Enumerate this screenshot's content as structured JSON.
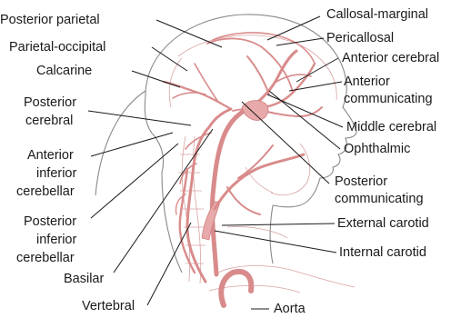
{
  "figure": {
    "labels_left": [
      {
        "id": "posterior-parietal",
        "lines": [
          "Posterior parietal"
        ]
      },
      {
        "id": "parietal-occipital",
        "lines": [
          "Parietal-occipital"
        ]
      },
      {
        "id": "calcarine",
        "lines": [
          "Calcarine"
        ]
      },
      {
        "id": "posterior-cerebral",
        "lines": [
          "Posterior",
          "cerebral"
        ]
      },
      {
        "id": "anterior-inferior-cerebellar",
        "lines": [
          "Anterior",
          "inferior",
          "cerebellar"
        ]
      },
      {
        "id": "posterior-inferior-cerebellar",
        "lines": [
          "Posterior",
          "inferior",
          "cerebellar"
        ]
      },
      {
        "id": "basilar",
        "lines": [
          "Basilar"
        ]
      },
      {
        "id": "vertebral",
        "lines": [
          "Vertebral"
        ]
      }
    ],
    "labels_right": [
      {
        "id": "callosal-marginal",
        "lines": [
          "Callosal-marginal"
        ]
      },
      {
        "id": "pericallosal",
        "lines": [
          "Pericallosal"
        ]
      },
      {
        "id": "anterior-cerebral",
        "lines": [
          "Anterior cerebral"
        ]
      },
      {
        "id": "anterior-communicating",
        "lines": [
          "Anterior",
          "communicating"
        ]
      },
      {
        "id": "middle-cerebral",
        "lines": [
          "Middle cerebral"
        ]
      },
      {
        "id": "ophthalmic",
        "lines": [
          "Ophthalmic"
        ]
      },
      {
        "id": "posterior-communicating",
        "lines": [
          "Posterior",
          "communicating"
        ]
      },
      {
        "id": "external-carotid",
        "lines": [
          "External carotid"
        ]
      },
      {
        "id": "internal-carotid",
        "lines": [
          "Internal carotid"
        ]
      },
      {
        "id": "aorta",
        "lines": [
          "Aorta"
        ]
      }
    ]
  }
}
